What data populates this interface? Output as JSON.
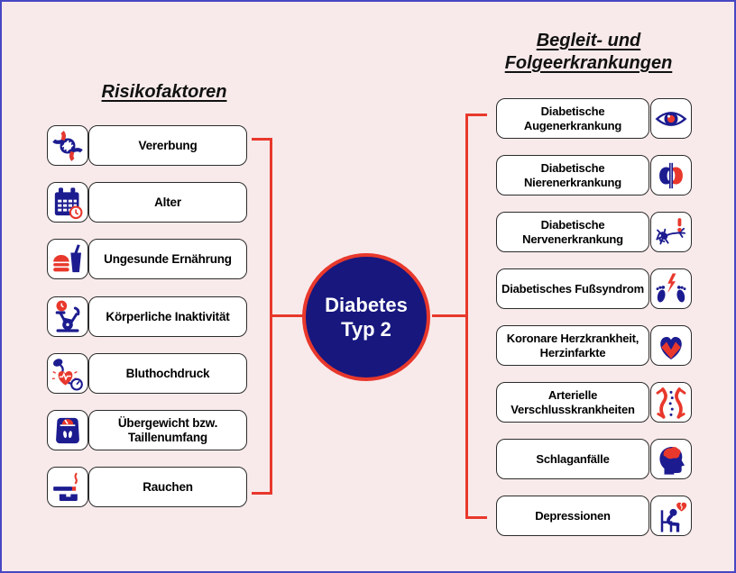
{
  "diagram_title": "Diabetes Typ 2",
  "colors": {
    "background": "#F8EAEA",
    "outer_border": "#4747C2",
    "icon_blue": "#1C1C90",
    "accent_red": "#E8382C",
    "circle_fill": "#17177E",
    "circle_text": "#FFFFFF",
    "box_fill": "#FFFFFF",
    "box_border": "#2B2B2B",
    "heading_text": "#111111"
  },
  "center": {
    "line1": "Diabetes",
    "line2": "Typ 2"
  },
  "left": {
    "heading": "Risikofaktoren",
    "items": [
      {
        "label": "Vererbung",
        "icon": "dna-icon"
      },
      {
        "label": "Alter",
        "icon": "calendar-clock-icon"
      },
      {
        "label": "Ungesunde Ernährung",
        "icon": "fastfood-icon"
      },
      {
        "label": "Körperliche Inaktivität",
        "icon": "exercise-bike-icon"
      },
      {
        "label": "Bluthochdruck",
        "icon": "blood-pressure-icon"
      },
      {
        "label": "Übergewicht bzw. Taillenumfang",
        "icon": "weight-scale-icon"
      },
      {
        "label": "Rauchen",
        "icon": "smoking-icon"
      }
    ]
  },
  "right": {
    "heading_line1": "Begleit- und",
    "heading_line2": "Folgeerkrankungen",
    "items": [
      {
        "label": "Diabetische Augenerkrankung",
        "icon": "eye-icon"
      },
      {
        "label": "Diabetische Nierenerkrankung",
        "icon": "kidneys-icon"
      },
      {
        "label": "Diabetische Nervenerkrankung",
        "icon": "nerve-icon"
      },
      {
        "label": "Diabetisches Fußsyndrom",
        "icon": "feet-lightning-icon"
      },
      {
        "label": "Koronare Herzkrankheit, Herzinfarkte",
        "icon": "heart-attack-icon"
      },
      {
        "label": "Arterielle Verschlusskrankheiten",
        "icon": "artery-icon"
      },
      {
        "label": "Schlaganfälle",
        "icon": "stroke-brain-icon"
      },
      {
        "label": "Depressionen",
        "icon": "depression-icon"
      }
    ]
  }
}
